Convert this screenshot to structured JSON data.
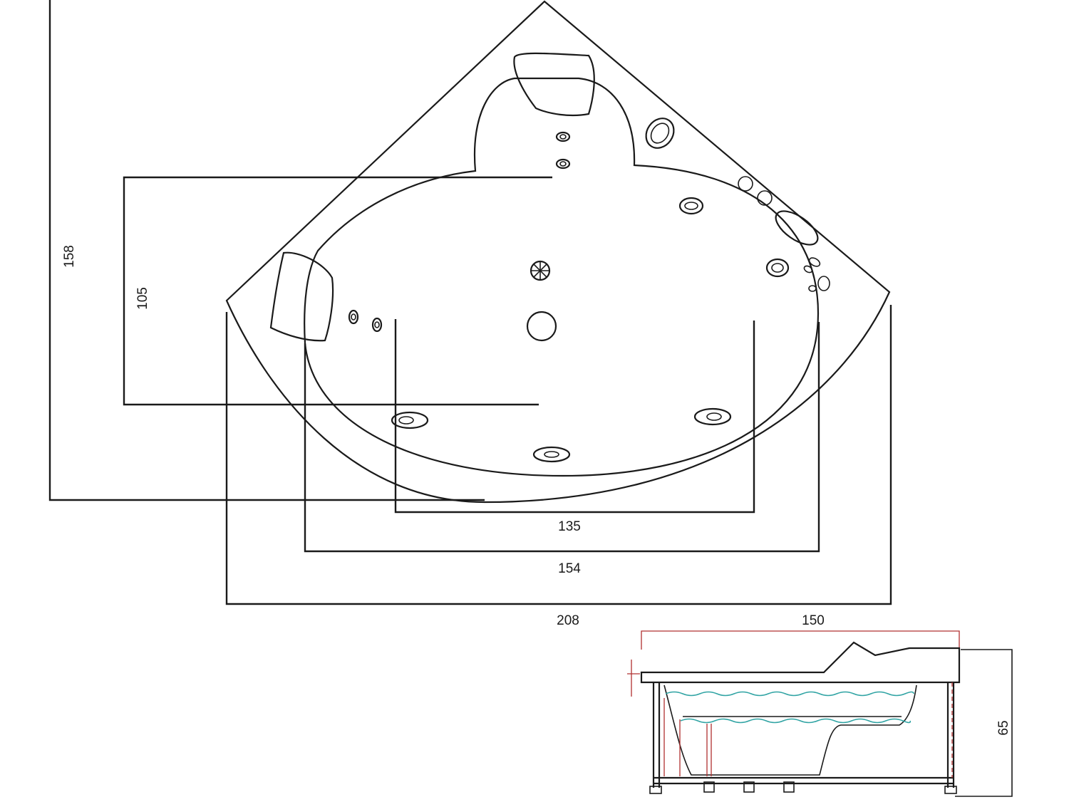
{
  "plan_view": {
    "dimensions": {
      "overall_depth": "158",
      "inner_depth": "105",
      "inner_width": "135",
      "mid_width": "154",
      "overall_width": "208"
    }
  },
  "side_view": {
    "dimensions": {
      "length": "150",
      "height": "65"
    },
    "colors": {
      "water": "#2fa3a3",
      "frame": "#b03030"
    }
  }
}
